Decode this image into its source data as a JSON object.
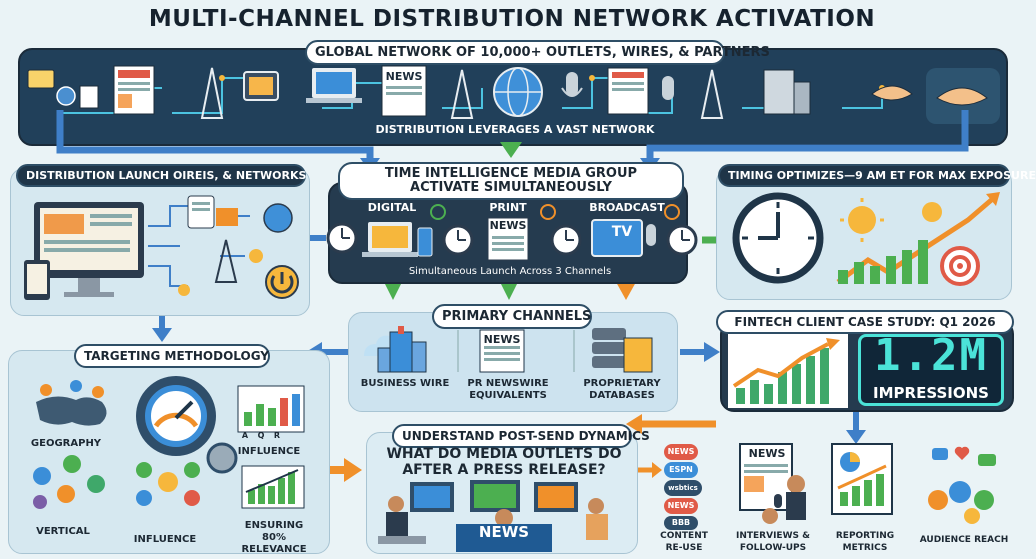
{
  "title": "MULTI-CHANNEL DISTRIBUTION NETWORK ACTIVATION",
  "network": {
    "banner": "GLOBAL NETWORK OF 10,000+ OUTLETS, WIRES, & PARTNERS",
    "caption": "DISTRIBUTION LEVERAGES A VAST NETWORK"
  },
  "launch": {
    "banner": "DISTRIBUTION LAUNCH OIREIS, & NETWORKS"
  },
  "activate": {
    "banner_line1": "TIME INTELLIGENCE MEDIA GROUP",
    "banner_line2": "ACTIVATE SIMULTANEOUSLY",
    "channels": [
      "DIGITAL",
      "PRINT",
      "BROADCAST"
    ],
    "tv_label": "TV",
    "news_label": "NEWS",
    "caption": "Simultaneous Launch Across 3 Channels"
  },
  "timing": {
    "banner": "TIMING OPTIMIZES—9 AM ET FOR MAX EXPOSURE"
  },
  "primary": {
    "banner": "PRIMARY CHANNELS",
    "items": [
      "BUSINESS WIRE",
      "PR NEWSWIRE EQUIVALENTS",
      "PROPRIETARY DATABASES"
    ],
    "news_label": "NEWS"
  },
  "case_study": {
    "banner": "FINTECH CLIENT CASE STUDY: Q1 2026",
    "value": "1.2M",
    "metric": "IMPRESSIONS"
  },
  "targeting": {
    "banner": "TARGETING METHODOLOGY",
    "labels": [
      "GEOGRAPHY",
      "INFLUENCE",
      "VERTICAL",
      "INFLUENCE",
      "ENSURING 80% RELEVANCE"
    ],
    "chart_ticks": [
      "A",
      "Q",
      "R"
    ]
  },
  "post_send": {
    "banner": "UNDERSTAND POST-SEND DYNAMICS",
    "question_line1": "WHAT DO MEDIA OUTLETS DO",
    "question_line2": "AFTER A PRESS RELEASE?",
    "desk_label": "NEWS",
    "outlet_badges": [
      "NEWS",
      "ESPN",
      "wsbtics",
      "NEWS",
      "BBB"
    ],
    "news_label": "NEWS",
    "steps": [
      "CONTENT RE-USE",
      "INTERVIEWS & FOLLOW-UPS",
      "REPORTING METRICS",
      "AUDIENCE REACH"
    ]
  },
  "colors": {
    "dark_panel": "#253b4f",
    "light_panel": "#d6e8f0",
    "arrow_green": "#4caf50",
    "arrow_blue": "#3f7fc8",
    "arrow_orange": "#f0902a",
    "digit_cyan": "#4be3d8"
  }
}
